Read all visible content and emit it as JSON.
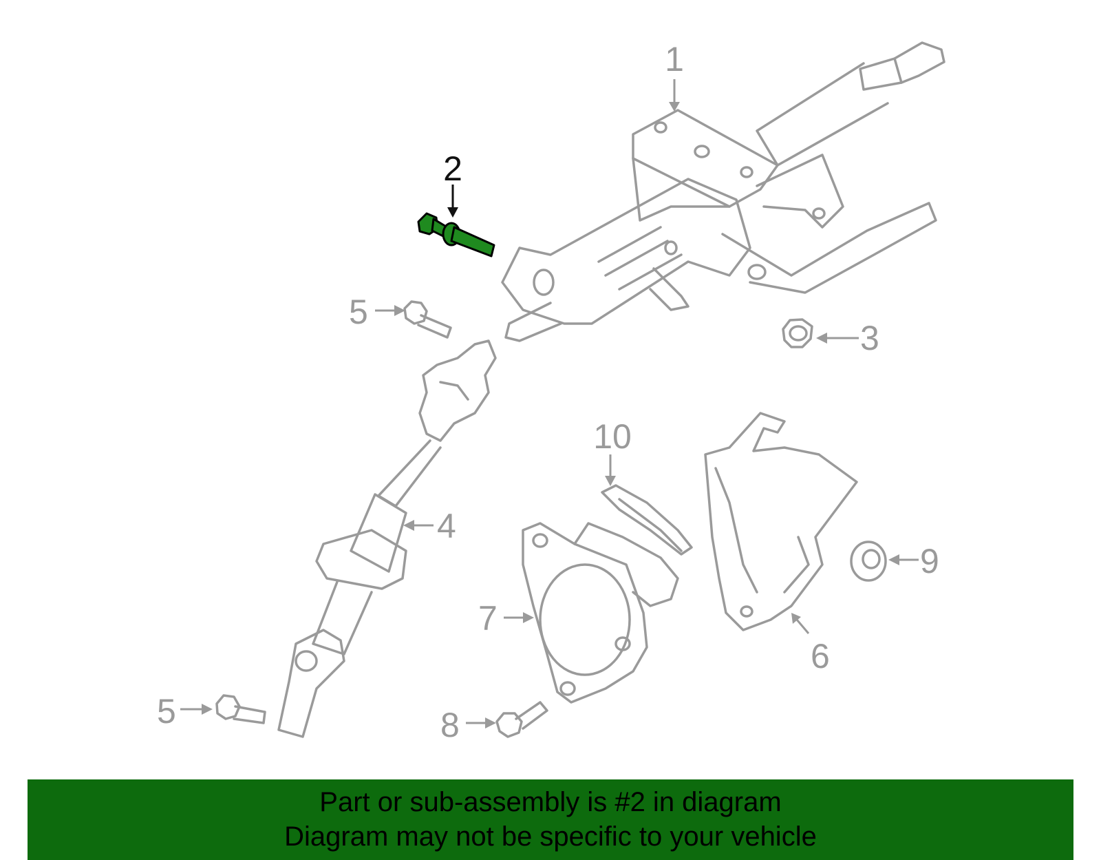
{
  "callouts": {
    "c1": "1",
    "c2": "2",
    "c3": "3",
    "c4": "4",
    "c5a": "5",
    "c5b": "5",
    "c6": "6",
    "c7": "7",
    "c8": "8",
    "c9": "9",
    "c10": "10"
  },
  "banner": {
    "line1": "Part or sub-assembly is #2 in diagram",
    "line2": "Diagram may not be specific to your vehicle",
    "bg_color": "#0d6b0d"
  },
  "colors": {
    "highlight": "#1f8a1f",
    "line": "#9a9a9a"
  }
}
